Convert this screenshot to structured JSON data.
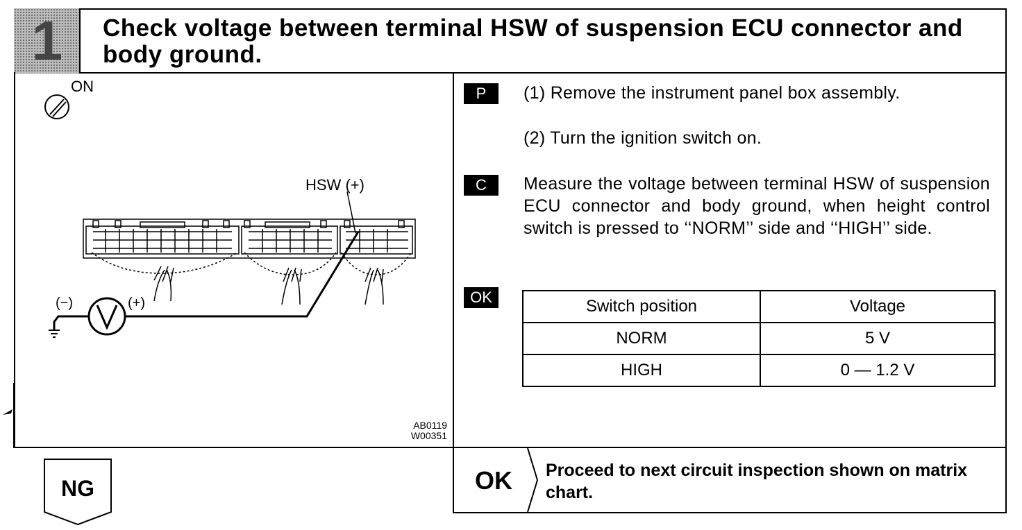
{
  "step": {
    "number": "1"
  },
  "title": "Check voltage between terminal HSW of suspension ECU connector and body ground.",
  "figure": {
    "ignition_label": "ON",
    "terminal_label": "HSW (+)",
    "meter_neg_label": "(−)",
    "meter_pos_label": "(+)",
    "meter_symbol": "V",
    "codes": [
      "AB0119",
      "W00351"
    ],
    "icons": {
      "ignition": "ignition-switch-icon",
      "ground": "ground-icon",
      "voltmeter": "voltmeter-icon"
    }
  },
  "procedure": {
    "prep_tag": "P",
    "prep_steps": [
      "(1) Remove the instrument panel box assembly.",
      "(2) Turn the ignition switch on."
    ],
    "check_tag": "C",
    "check_text": "Measure the voltage between terminal HSW of suspension ECU connector and body ground, when height control switch is pressed to ‘‘NORM’’ side and ‘‘HIGH’’ side.",
    "ok_tag": "OK",
    "table": {
      "headers": [
        "Switch position",
        "Voltage"
      ],
      "rows": [
        [
          "NORM",
          "5 V"
        ],
        [
          "HIGH",
          "0 — 1.2 V"
        ]
      ]
    }
  },
  "result_ok": {
    "label": "OK",
    "text": "Proceed to next circuit inspection shown on matrix chart."
  },
  "result_ng": {
    "label": "NG"
  }
}
